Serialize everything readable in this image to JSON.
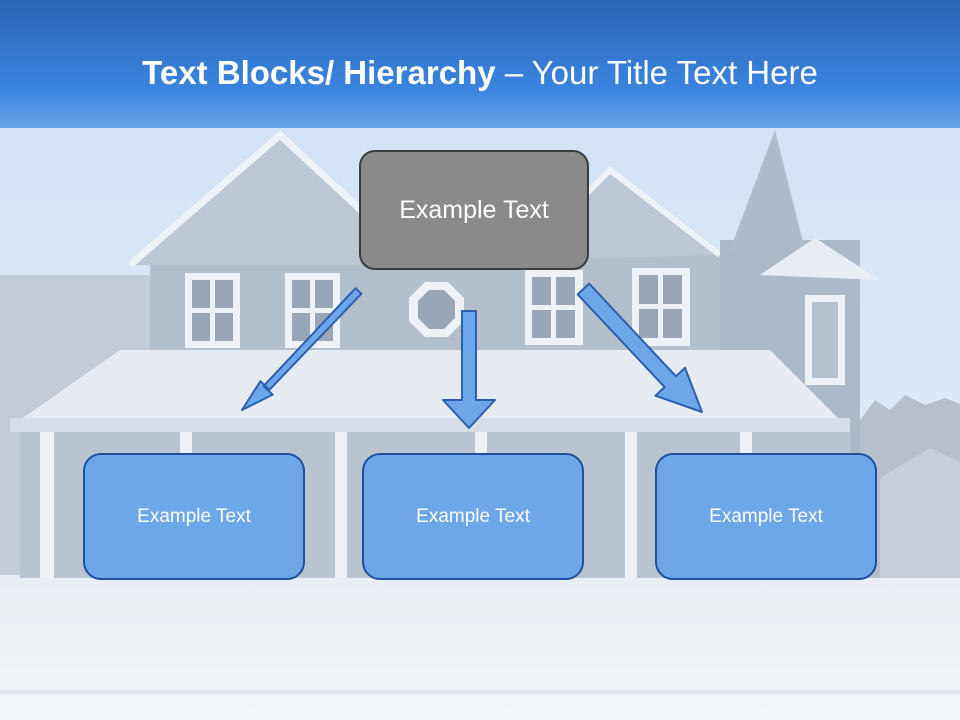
{
  "slide": {
    "title_bold": "Text Blocks/ Hierarchy",
    "title_dash": "–",
    "title_rest": "Your Title Text Here"
  },
  "hierarchy": {
    "top_label": "Example Text",
    "children": [
      {
        "label": "Example Text"
      },
      {
        "label": "Example Text"
      },
      {
        "label": "Example Text"
      }
    ]
  },
  "colors": {
    "title_bar": "#2f6fbe",
    "top_box_fill": "#8a8a8a",
    "top_box_border": "#3c3c3c",
    "child_box_fill": "#6ea6ea",
    "child_box_border": "#1e4fa0",
    "arrow_fill": "#6ea6ea",
    "arrow_stroke": "#2c5fb0"
  }
}
